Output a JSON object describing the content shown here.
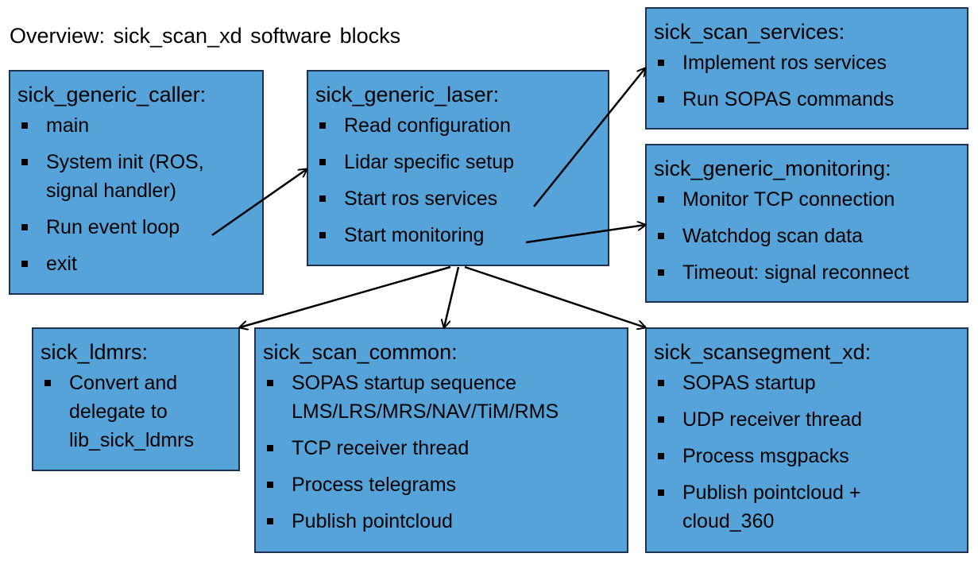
{
  "title": "Overview:  sick_scan_xd  software  blocks",
  "blocks": {
    "caller": {
      "title": "sick_generic_caller:",
      "items": [
        "main",
        "System init (ROS,",
        "signal handler)",
        "Run event loop",
        "exit"
      ]
    },
    "laser": {
      "title": "sick_generic_laser:",
      "items": [
        "Read configuration",
        "Lidar specific setup",
        "Start ros services",
        "Start monitoring"
      ]
    },
    "services": {
      "title": "sick_scan_services:",
      "items": [
        "Implement ros services",
        "Run SOPAS commands"
      ]
    },
    "monitoring": {
      "title": "sick_generic_monitoring:",
      "items": [
        "Monitor TCP connection",
        "Watchdog scan data",
        "Timeout: signal reconnect"
      ]
    },
    "ldmrs": {
      "title": "sick_ldmrs:",
      "items": [
        "Convert and",
        "delegate to",
        "lib_sick_ldmrs"
      ]
    },
    "common": {
      "title": "sick_scan_common:",
      "items": [
        "SOPAS startup sequence",
        "LMS/LRS/MRS/NAV/TiM/RMS",
        "TCP receiver thread",
        "Process telegrams",
        "Publish pointcloud"
      ]
    },
    "scansegment": {
      "title": "sick_scansegment_xd:",
      "items": [
        "SOPAS startup",
        "UDP receiver thread",
        "Process msgpacks",
        "Publish pointcloud +",
        "cloud_360"
      ]
    }
  }
}
